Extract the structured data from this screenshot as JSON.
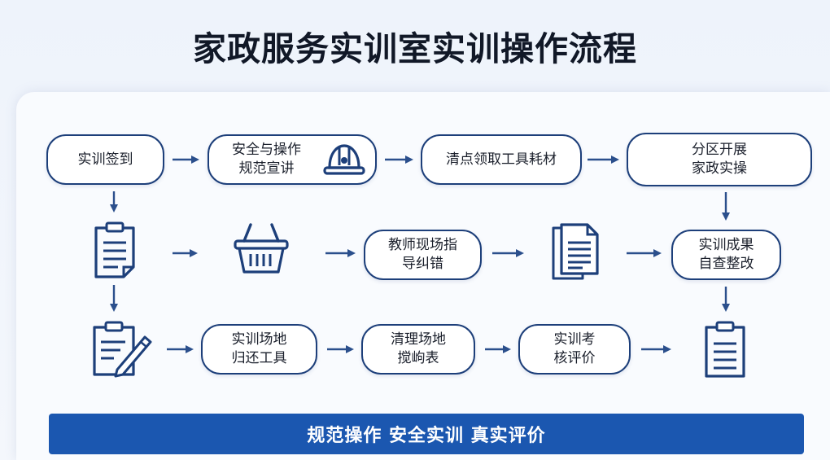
{
  "title": "家政服务实训室实训操作流程",
  "steps": {
    "sign_in": "实训签到",
    "safety": "安全与操作\n规范宣讲",
    "inventory": "清点领取工具耗材",
    "zones": "分区开展\n家政实操",
    "guidance": "教师现场指\n导纠错",
    "self_check": "实训成果\n自查整改",
    "return_tools": "实训场地\n归还工具",
    "cleanup": "清理场地\n搅岣表",
    "assessment": "实训考\n核评价"
  },
  "banner": "规范操作 安全实训 真实评价",
  "icons": [
    "hardhat-icon",
    "clipboard-icon",
    "basket-icon",
    "document-list-icon",
    "clipboard-pen-icon",
    "clipboard-icon"
  ],
  "colors": {
    "accent": "#1d3f7a",
    "arrow": "#2b4f8c",
    "banner": "#1b57b0"
  }
}
